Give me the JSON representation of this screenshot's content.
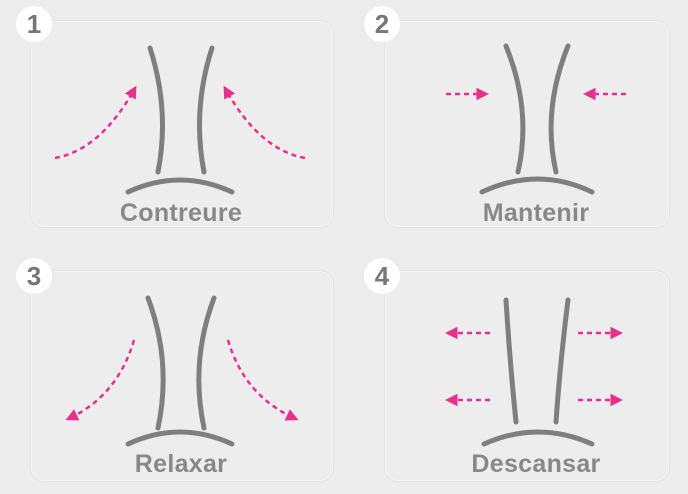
{
  "steps": [
    {
      "number": "1",
      "label": "Contreure"
    },
    {
      "number": "2",
      "label": "Mantenir"
    },
    {
      "number": "3",
      "label": "Relaxar"
    },
    {
      "number": "4",
      "label": "Descansar"
    }
  ],
  "colors": {
    "arrow": "#e6308a",
    "shape": "#7f7f7f",
    "text": "#888888",
    "background": "#ececec"
  }
}
